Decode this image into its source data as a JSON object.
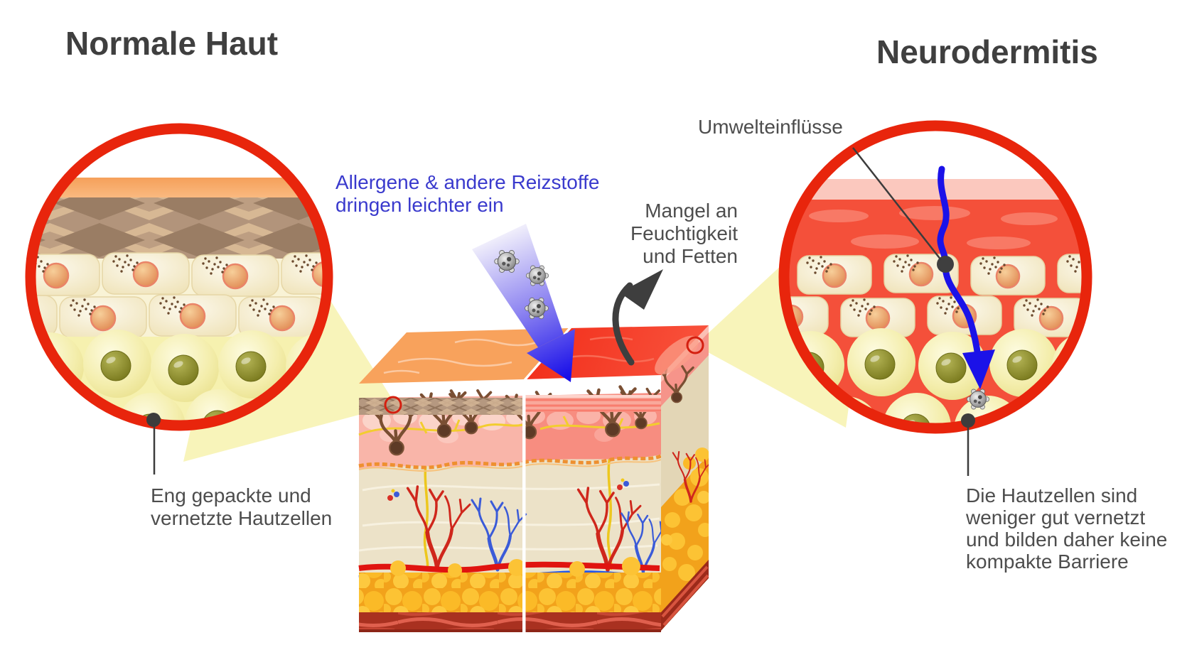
{
  "titles": {
    "left": "Normale Haut",
    "right": "Neurodermitis"
  },
  "labels": {
    "allergens_lines": [
      "Allergene & andere Reizstoffe",
      "dringen leichter ein"
    ],
    "moisture_lines": [
      "Mangel an",
      "Feuchtigkeit",
      "und Fetten"
    ],
    "environment": "Umwelteinflüsse",
    "left_cells_lines": [
      "Eng gepackte und",
      "vernetzte Hautzellen"
    ],
    "right_cells_lines": [
      "Die Hautzellen sind",
      "weniger gut vernetzt",
      "und bilden daher keine",
      "kompakte Barriere"
    ]
  },
  "colors": {
    "magnifier_ring_red": "#e8250c",
    "inflamed_red": "#f4503a",
    "normal_orange": "#f8a261",
    "arrow_blue": "#1b12e8",
    "allergen_text_blue": "#3a3acd",
    "title_gray": "#3f3f3f",
    "label_gray": "#4d4d4d",
    "beam_yellow": "#f8f4ba",
    "fat_yellow": "#fcc133",
    "muscle_red": "#a93120"
  }
}
